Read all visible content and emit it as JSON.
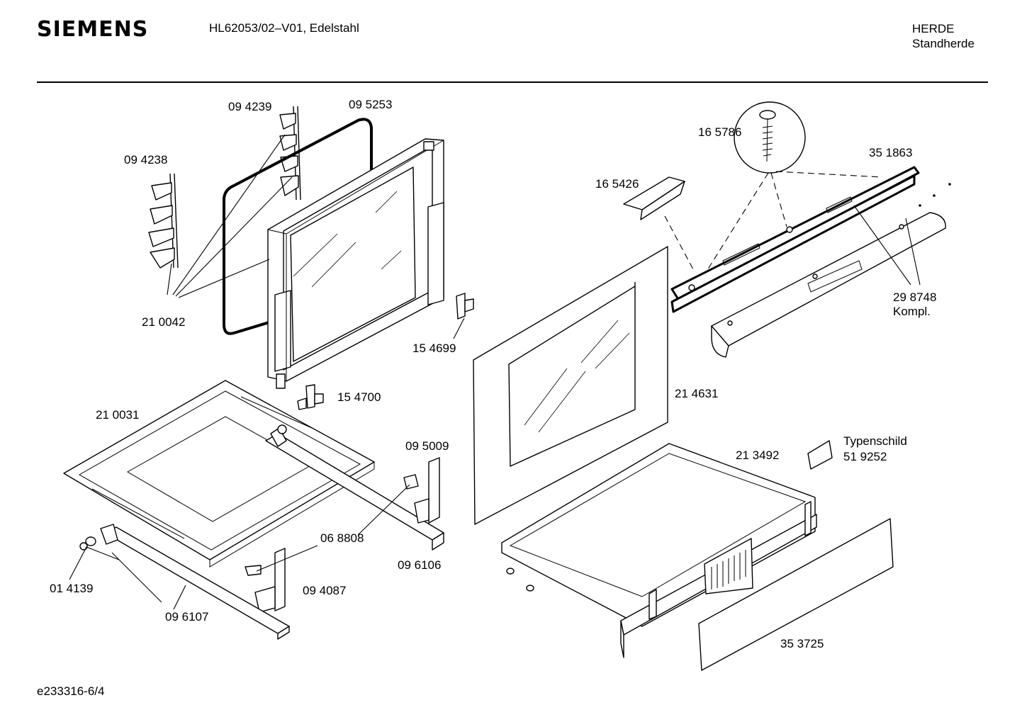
{
  "header": {
    "brand": "SIEMENS",
    "model": "HL62053/02–V01, Edelstahl",
    "category_line1": "HERDE",
    "category_line2": "Standherde"
  },
  "footer": {
    "drawing_id": "e233316-6/4"
  },
  "part_labels": {
    "p094239": "09 4239",
    "p095253": "09 5253",
    "p094238": "09 4238",
    "p210042": "21 0042",
    "p165786": "16 5786",
    "p351863": "35 1863",
    "p165426": "16 5426",
    "p298748": "29 8748",
    "p298748_note": "Kompl.",
    "p154699": "15 4699",
    "p154700": "15 4700",
    "p214631": "21 4631",
    "p210031": "21 0031",
    "p095009": "09 5009",
    "p213492": "21 3492",
    "typenschild": "Typenschild",
    "p519252": "51 9252",
    "p068808": "06 8808",
    "p096106": "09 6106",
    "p014139": "01 4139",
    "p094087": "09 4087",
    "p096107": "09 6107",
    "p353725": "35 3725"
  }
}
